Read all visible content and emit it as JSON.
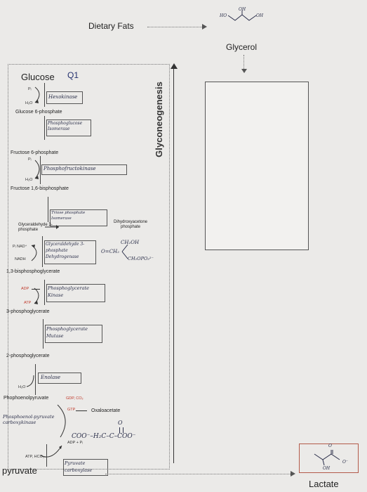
{
  "header": {
    "dietary_fats": "Dietary Fats",
    "glycerol": "Glycerol",
    "glycerol_structure": {
      "ho_left": "HO",
      "oh_top": "OH",
      "oh_right": "OH"
    }
  },
  "pathway": {
    "title": "Glucose",
    "question": "Q1",
    "side_label": "Glyconeogenesis",
    "steps": {
      "pi_1": "Pᵢ",
      "h2o_1": "H₂O",
      "hexokinase": "Hexokinase",
      "g6p": "Glucose 6-phosphate",
      "phosphoglucose_isomerase": "Phosphoglucose Isomerase",
      "f6p": "Fructose 6-phosphate",
      "pi_2": "Pᵢ",
      "h2o_2": "H₂O",
      "phosphofructokinase": "Phosphofructokinase",
      "f16bp": "Fructose 1,6-bisphosphate",
      "triose_isomerase": "Triose phosphate Isomerase",
      "g3p": "Glyceraldehyde 3-phosphate",
      "dhap": "Dihydroxyacetone phosphate",
      "pi_nad": "Pᵢ NAD⁺",
      "nadh": "NADH",
      "g3pdh": "Glyceraldehyde 3-phosphate Dehydrogenase",
      "dhap_top": "CH₂OH",
      "dhap_mid": "O=CH₂",
      "dhap_bot": "CH₂OPO₃²⁻",
      "bpg": "1,3-bisphosphoglycerate",
      "adp": "ADP",
      "atp": "ATP",
      "pgk": "Phosphoglycerate Kinase",
      "pg3": "3-phosphoglycerate",
      "pgm": "Phosphoglycerate Mutase",
      "pg2": "2-phosphoglycerate",
      "enolase": "Enolase",
      "h2o_3": "H₂O",
      "pep": "Phophoenolpyruvate",
      "gdp": "GDP, CO₂",
      "gtp": "GTP",
      "oxaloacetate": "Oxaloacetate",
      "pepck": "Phosphoenol-pyruvate carboxykinase",
      "oaa_struct_o": "O",
      "oaa_struct": "COO⁻–H₂C–C–COO⁻",
      "adp_pi": "ADP + Pᵢ",
      "atp_hco3": "ATP, HCO₃",
      "pyruvate_carboxylase": "Pyruvate carboxylase",
      "pyruvate": "pyruvate"
    }
  },
  "lactate": {
    "label": "Lactate",
    "struct_o": "O",
    "struct_ominus": "O⁻",
    "struct_oh": "OH"
  }
}
